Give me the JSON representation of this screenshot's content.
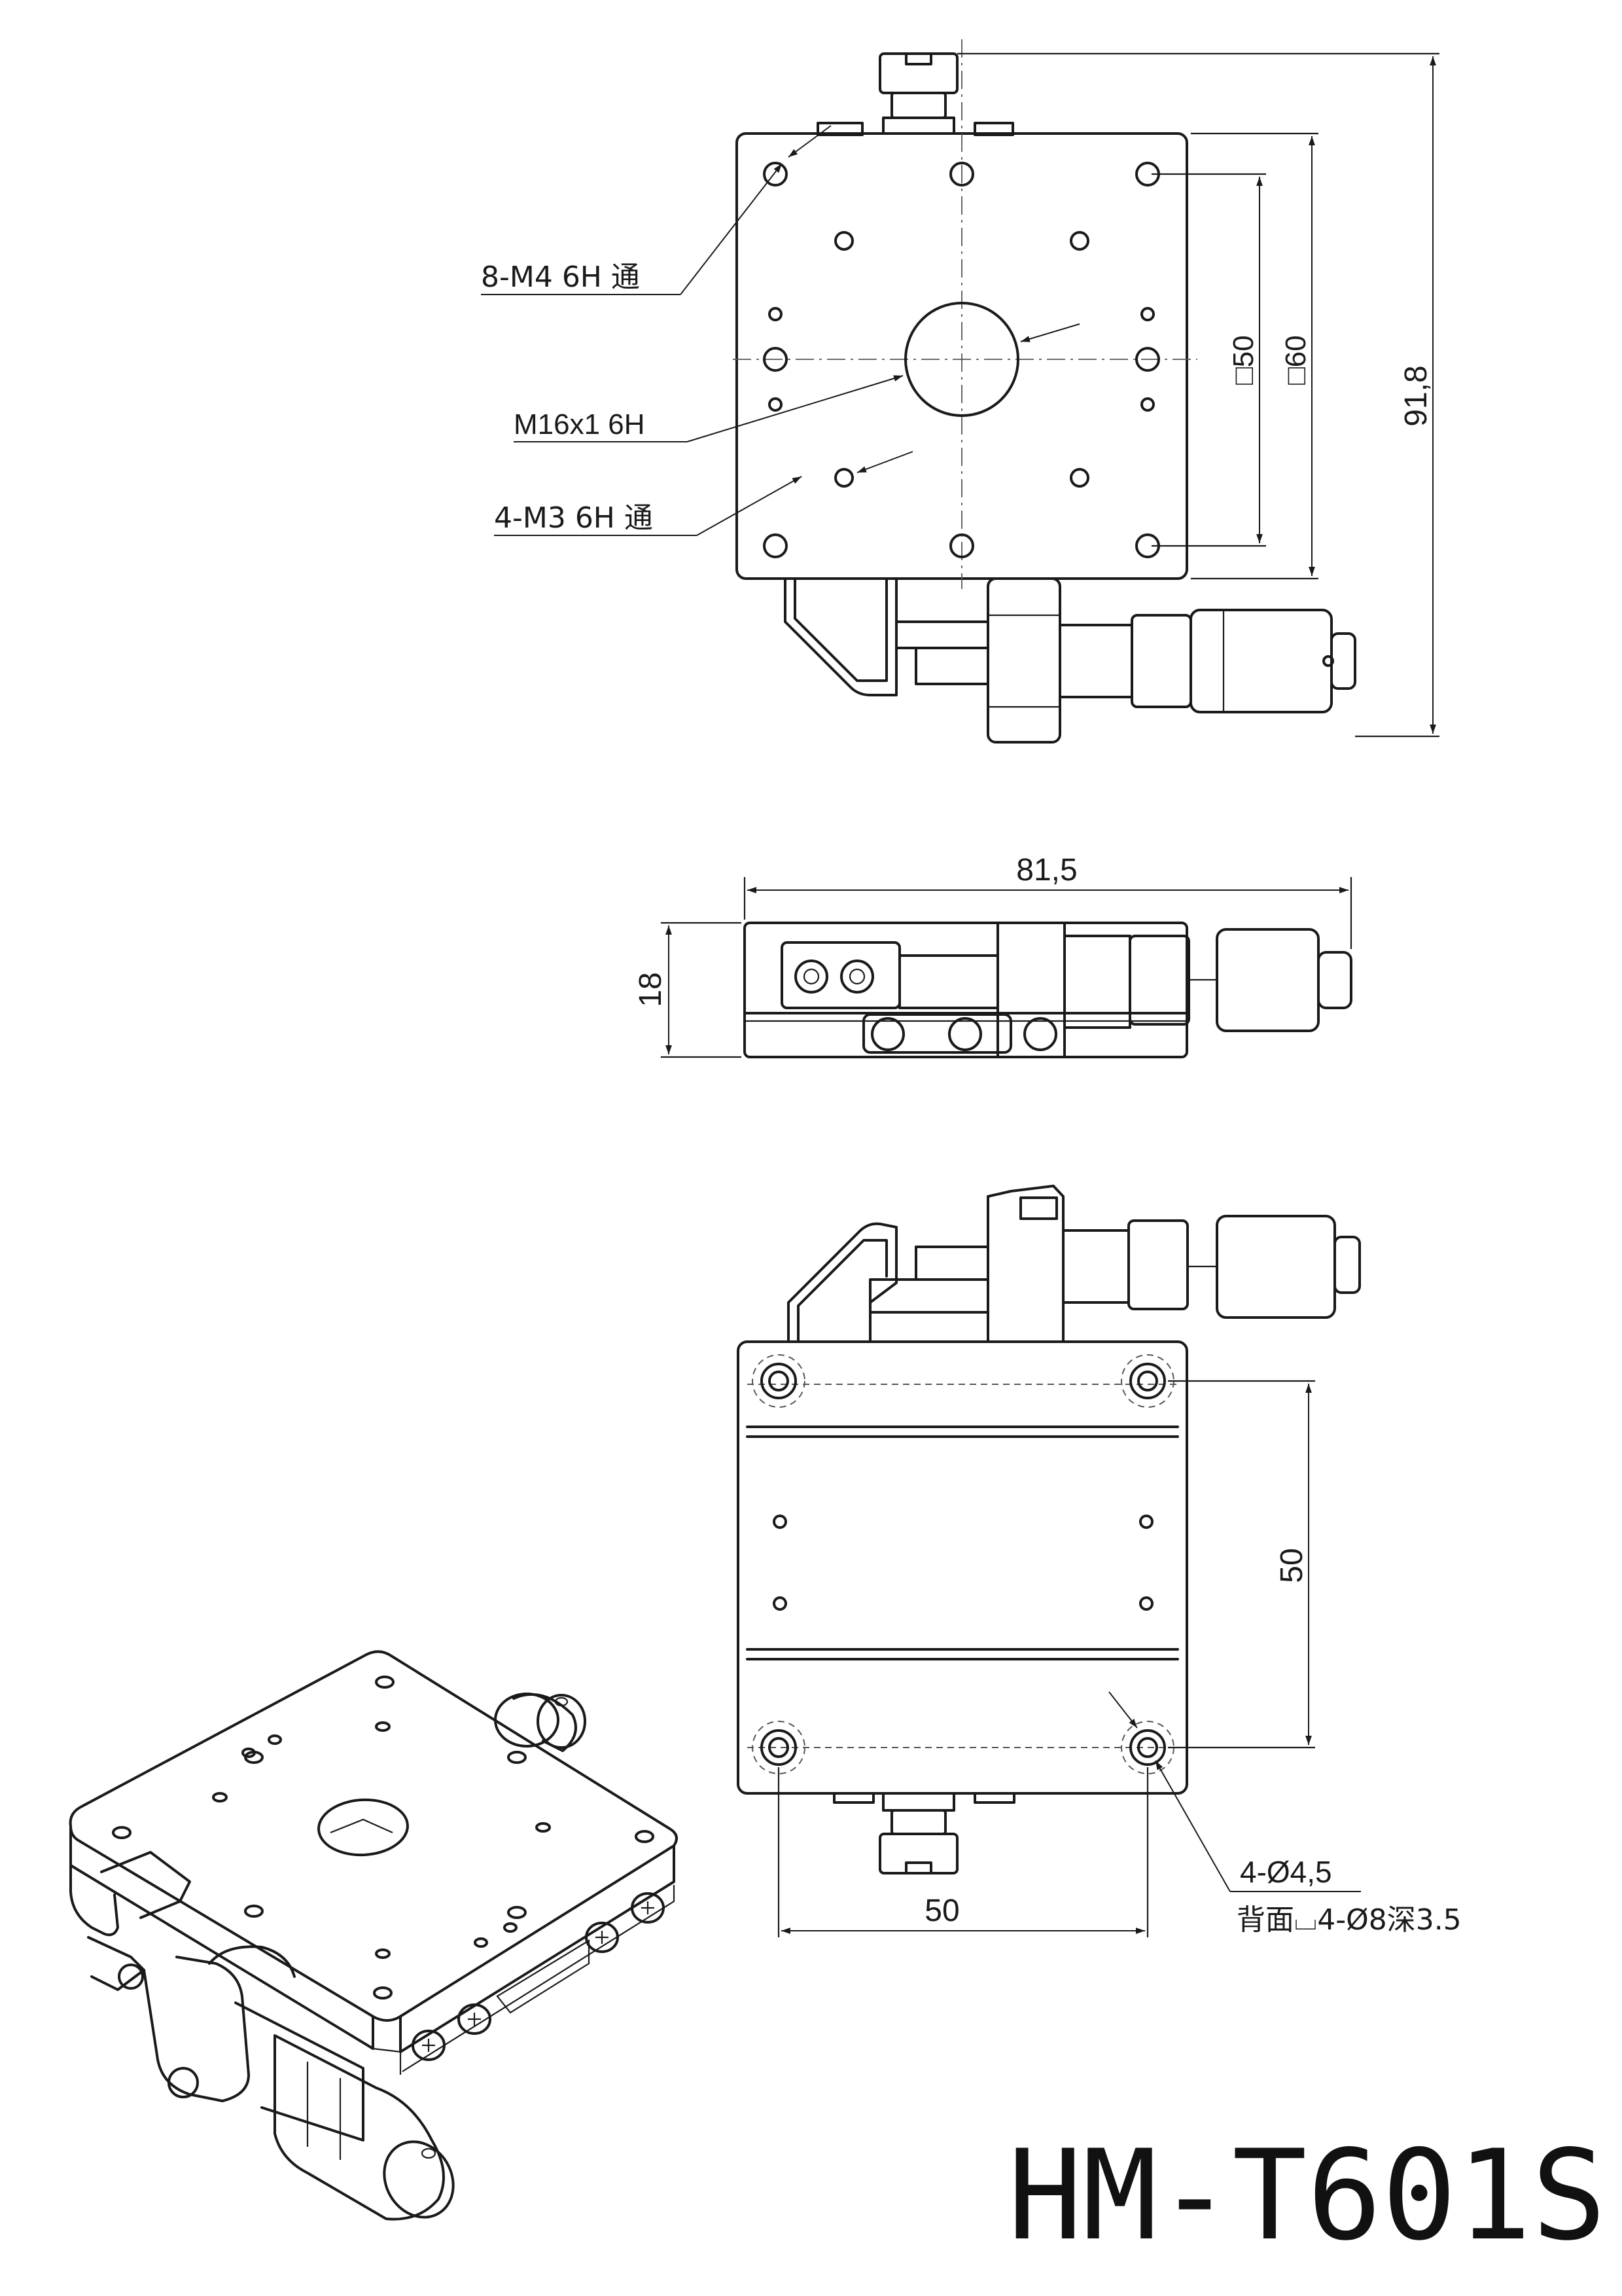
{
  "model": "HM-T601S",
  "top_view": {
    "callout_m4": "8-M4 6H 通",
    "callout_m16": "M16x1 6H",
    "callout_m3": "4-M3 6H 通",
    "dim_sq50": "□50",
    "dim_sq60": "□60",
    "dim_total": "91,8"
  },
  "side_view": {
    "dim_length": "81,5",
    "dim_height": "18"
  },
  "bottom_view": {
    "dim_vertical": "50",
    "dim_horizontal": "50",
    "callout_holes": "4-Ø4,5",
    "callout_counterbore": "背面⌴4-Ø8深3.5"
  }
}
